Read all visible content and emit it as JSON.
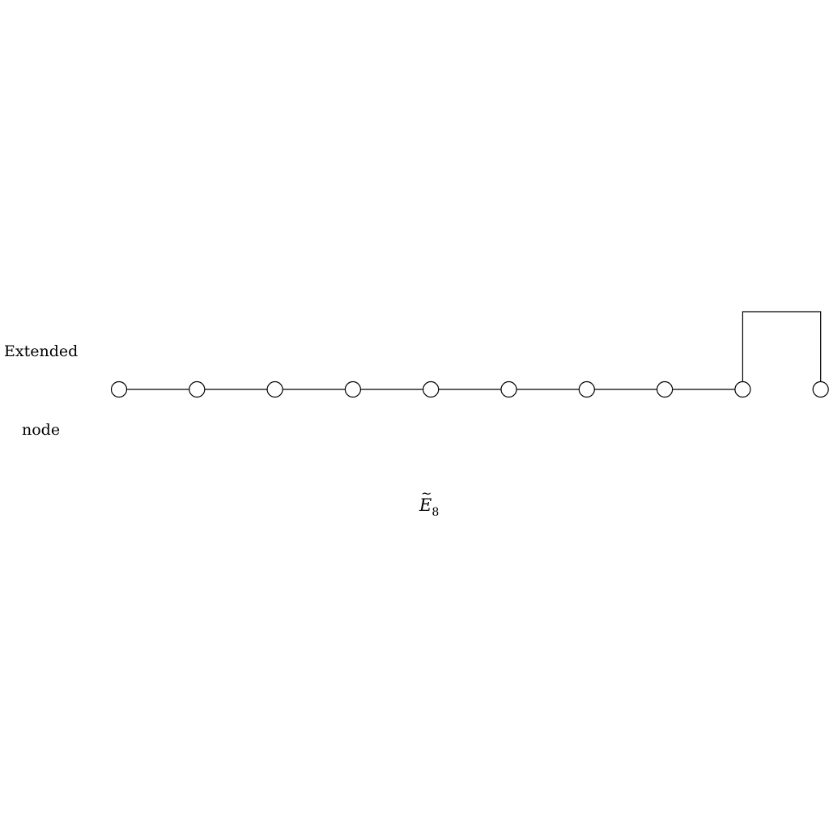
{
  "labels": {
    "line1": "Extended",
    "line2": "node"
  },
  "title": {
    "letter": "E",
    "accent": "~",
    "subscript": "8"
  },
  "colors": {
    "extended_node_fill": "#008000",
    "node_fill": "#ffffff",
    "stroke": "#000000"
  },
  "nodes": [
    {
      "id": "n0",
      "extended": true
    },
    {
      "id": "n1",
      "extended": false
    },
    {
      "id": "n2",
      "extended": false
    },
    {
      "id": "n3",
      "extended": false
    },
    {
      "id": "n4",
      "extended": false
    },
    {
      "id": "n5",
      "extended": false
    },
    {
      "id": "n6",
      "extended": false
    },
    {
      "id": "n7",
      "extended": false
    },
    {
      "id": "n8",
      "extended": false
    },
    {
      "id": "n9",
      "extended": false
    }
  ],
  "edges": [
    {
      "from": "n0",
      "to": "n1"
    },
    {
      "from": "n1",
      "to": "n2"
    },
    {
      "from": "n2",
      "to": "n3"
    },
    {
      "from": "n3",
      "to": "n4"
    },
    {
      "from": "n4",
      "to": "n5"
    },
    {
      "from": "n5",
      "to": "n6"
    },
    {
      "from": "n6",
      "to": "n7"
    },
    {
      "from": "n7",
      "to": "n8"
    },
    {
      "from": "n8",
      "to": "n9",
      "routing": "bracket-above"
    }
  ]
}
